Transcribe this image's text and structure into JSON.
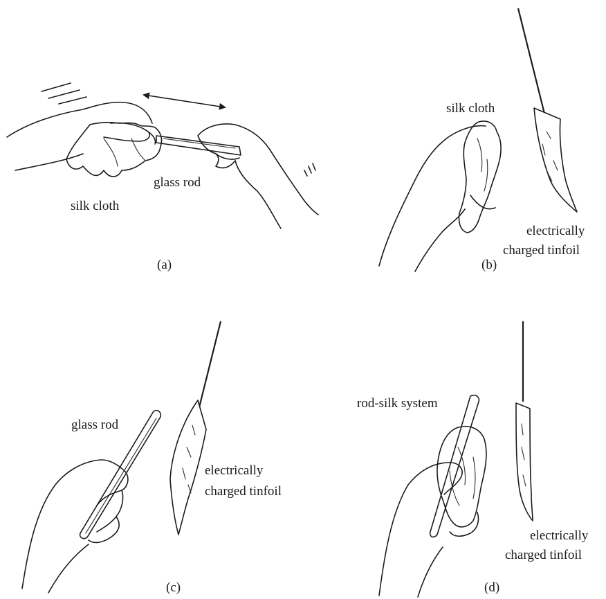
{
  "panels": {
    "a": {
      "caption": "(a)",
      "labels": {
        "silk": "silk cloth",
        "rod": "glass rod"
      }
    },
    "b": {
      "caption": "(b)",
      "labels": {
        "silk": "silk cloth",
        "foil_line1": "electrically",
        "foil_line2": "charged tinfoil"
      }
    },
    "c": {
      "caption": "(c)",
      "labels": {
        "rod": "glass rod",
        "foil_line1": "electrically",
        "foil_line2": "charged tinfoil"
      }
    },
    "d": {
      "caption": "(d)",
      "labels": {
        "system": "rod-silk system",
        "foil_line1": "electrically",
        "foil_line2": "charged tinfoil"
      }
    }
  }
}
